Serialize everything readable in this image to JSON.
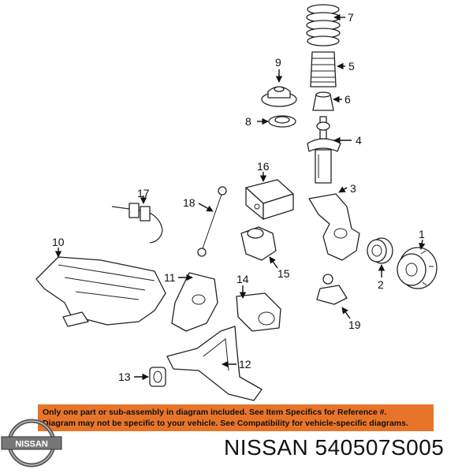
{
  "callouts": [
    "1",
    "2",
    "3",
    "4",
    "5",
    "6",
    "7",
    "8",
    "9",
    "10",
    "11",
    "12",
    "13",
    "14",
    "15",
    "16",
    "17",
    "18",
    "19"
  ],
  "notice": {
    "line1": "Only one part or sub-assembly in diagram included. See Item Specifics for Reference #.",
    "line2": "Diagram may not be specific to your vehicle. See Compatibility for vehicle-specific diagrams.",
    "background": "#e8742a"
  },
  "logo": {
    "text": "NISSAN",
    "icon": "nissan-logo-icon"
  },
  "brand_line": "NISSAN 540507S005"
}
